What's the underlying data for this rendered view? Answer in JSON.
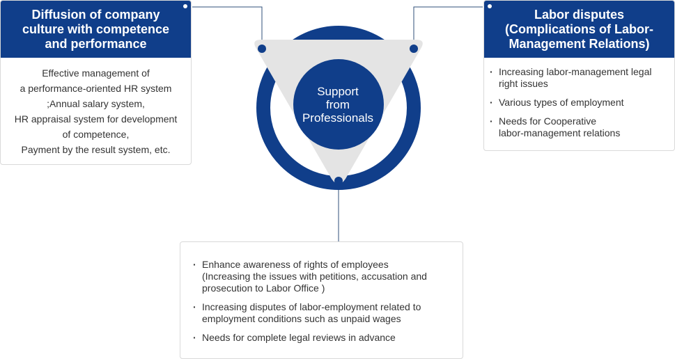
{
  "center": {
    "lines": [
      "Support",
      "from",
      "Professionals"
    ]
  },
  "left": {
    "title_lines": [
      "Diffusion of company",
      "culture with competence",
      "and performance"
    ],
    "body_lines": [
      "Effective management of",
      "a performance-oriented HR system",
      ";Annual salary system,",
      "HR appraisal system for development",
      "of competence,",
      "Payment by the result system, etc."
    ]
  },
  "right": {
    "title_lines": [
      "Labor disputes",
      "(Complications of Labor-",
      "Management Relations)"
    ],
    "items": [
      [
        "Increasing labor-management legal",
        "right issues"
      ],
      [
        "Various types of employment"
      ],
      [
        "Needs for Cooperative",
        "labor-management relations"
      ]
    ]
  },
  "bottom": {
    "items": [
      [
        "Enhance awareness of rights of employees",
        "(Increasing the issues with  petitions, accusation and",
        "prosecution to Labor Office )"
      ],
      [
        "Increasing disputes of labor-employment related to",
        "employment conditions such as unpaid wages"
      ],
      [
        "Needs for complete legal reviews in advance"
      ]
    ]
  },
  "colors": {
    "navy": "#103e8a",
    "triangle_gray": "#e4e4e4",
    "connector": "#2f4f7a",
    "card_border": "#d9d9d9"
  }
}
